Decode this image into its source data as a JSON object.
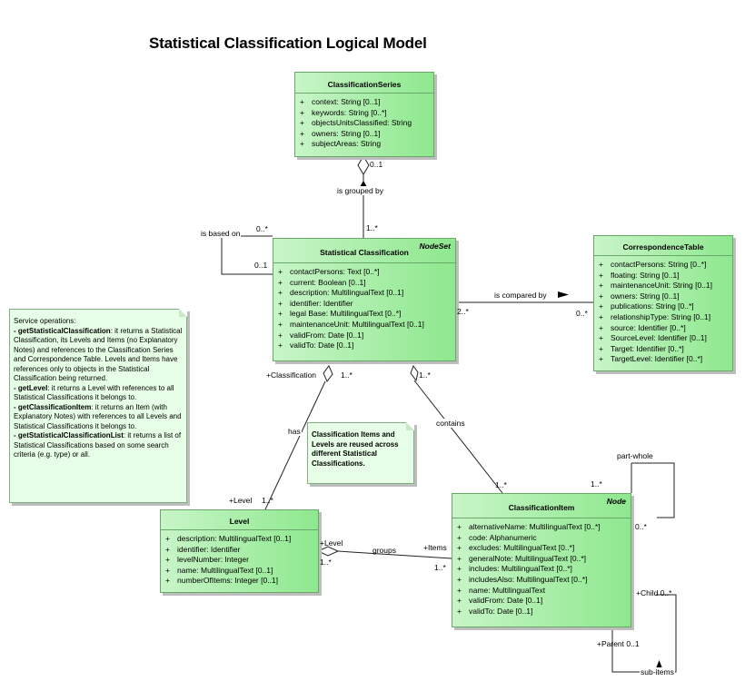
{
  "diagram": {
    "title": "Statistical Classification Logical Model"
  },
  "classes": {
    "classification_series": {
      "name": "ClassificationSeries",
      "attributes": [
        "context: String [0..1]",
        "keywords: String [0..*]",
        "objectsUnitsClassified: String",
        "owners: String [0..1]",
        "subjectAreas: String"
      ]
    },
    "statistical_classification": {
      "name": "Statistical Classification",
      "stereotype": "NodeSet",
      "attributes": [
        "contactPersons: Text [0..*]",
        "current: Boolean [0..1]",
        "description: MultilingualText [0..1]",
        "identifier: Identifier",
        "legal Base: MultilingualText [0..*]",
        "maintenanceUnit: MultilingualText [0..1]",
        "validFrom: Date [0..1]",
        "validTo: Date [0..1]"
      ]
    },
    "correspondence_table": {
      "name": "CorrespondenceTable",
      "attributes": [
        "contactPersons: String [0..*]",
        "floating: String [0..1]",
        "maintenanceUnit: String [0..1]",
        "owners: String [0..1]",
        "publications: String [0..*]",
        "relationshipType: String [0..1]",
        "source: Identifier [0..*]",
        "SourceLevel: Identifier [0..1]",
        "Target: Identifier [0..*]",
        "TargetLevel: Identifier [0..*]"
      ]
    },
    "level": {
      "name": "Level",
      "attributes": [
        "description: MultilingualText [0..1]",
        "identifier: Identifier",
        "levelNumber: Integer",
        "name: MultilingualText [0..1]",
        "numberOfItems: Integer [0..1]"
      ]
    },
    "classification_item": {
      "name": "ClassificationItem",
      "stereotype": "Node",
      "attributes": [
        "alternativeName: MultilingualText [0..*]",
        "code: Alphanumeric",
        "excludes: MultilingualText [0..*]",
        "generalNote: MultilingualText [0..*]",
        "includes: MultilingualText [0..*]",
        "includesAlso: MultilingualText [0..*]",
        "name: MultilingualText",
        "validFrom: Date [0..1]",
        "validTo: Date [0..1]"
      ]
    }
  },
  "notes": {
    "service": [
      {
        "bold": "",
        "text": "Service operations:"
      },
      {
        "bold": "- getStatisticalClassification",
        "text": ": it returns a Statistical Classification, its Levels and Items (no Explanatory Notes) and references to the Classification Series and Correspondence Table. Levels and Items have references only to objects in the Statistical Classification being returned."
      },
      {
        "bold": "- getLevel",
        "text": ": it returns a Level with references to all Statistical Classifications it belongs to."
      },
      {
        "bold": "- getClassificationItem",
        "text": ": it returns an Item (with Explanatory Notes) with references to all Levels and Statistical Classifications it belongs to."
      },
      {
        "bold": "- getStatisticalClassificationList",
        "text": ": it returns a list of Statistical Classifications based on some search criteria (e.g. type) or all."
      }
    ],
    "reuse": "Classification Items and Levels are reused across different Statistical Classifications."
  },
  "labels": {
    "is_grouped_by": "is grouped by",
    "series_mult": "0..1",
    "sc_series_mult": "1..*",
    "is_based_on": "is based on",
    "based_on_top": "0..*",
    "based_on_bottom": "0..1",
    "is_compared_by": "is compared by",
    "compared_src": "2..*",
    "compared_tgt": "0..*",
    "classification_role": "+Classification",
    "classification_mult": "1..*",
    "has": "has",
    "level_role": "+Level",
    "level_mult": "1..*",
    "contains": "contains",
    "contains_src": "1..*",
    "contains_tgt": "1..*",
    "groups": "groups",
    "groups_level_role": "+Level",
    "groups_level_mult": "1..*",
    "groups_items_role": "+Items",
    "groups_items_mult": "1..*",
    "part_whole": "part-whole",
    "part_whole_a": "1..*",
    "part_whole_b": "0..*",
    "child": "+Child 0..*",
    "parent": "+Parent 0..1",
    "sub_items": "sub-items"
  }
}
